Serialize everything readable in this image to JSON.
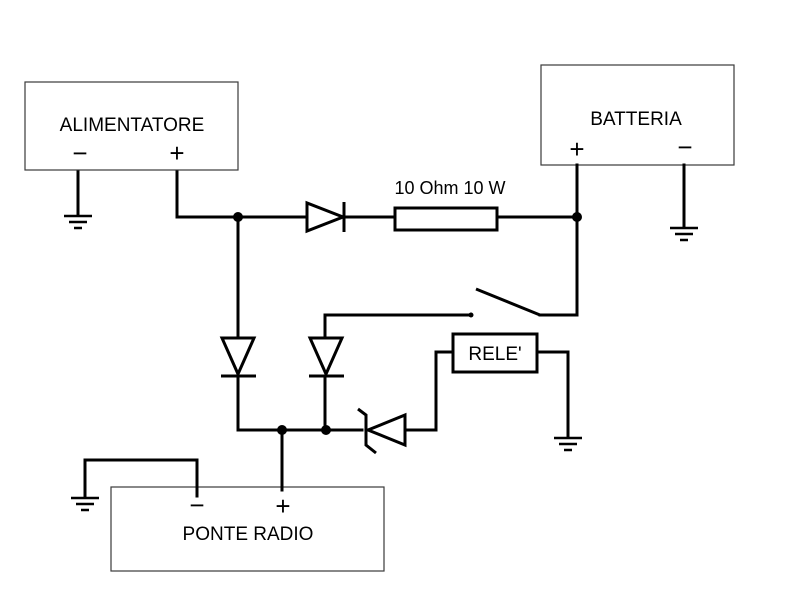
{
  "labels": {
    "alimentatore": "ALIMENTATORE",
    "batteria": "BATTERIA",
    "ponte_radio": "PONTE RADIO",
    "rele": "RELE'",
    "resistor": "10 Ohm  10 W",
    "minus": "−",
    "plus": "+"
  },
  "colors": {
    "line": "#000000",
    "box_stroke": "#3a3a3a",
    "background": "#ffffff"
  }
}
